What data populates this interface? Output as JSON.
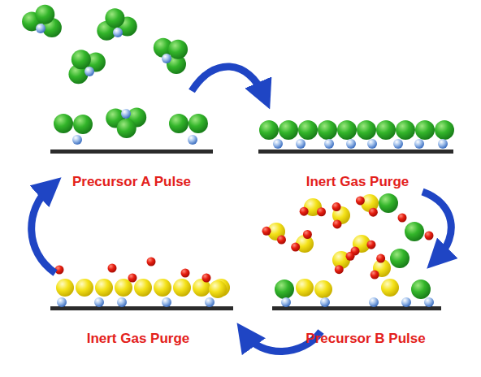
{
  "diagram": {
    "labels": [
      "Precursor A Pulse",
      "Inert Gas Purge",
      "Inert Gas Purge",
      "Precursor B Pulse"
    ]
  }
}
